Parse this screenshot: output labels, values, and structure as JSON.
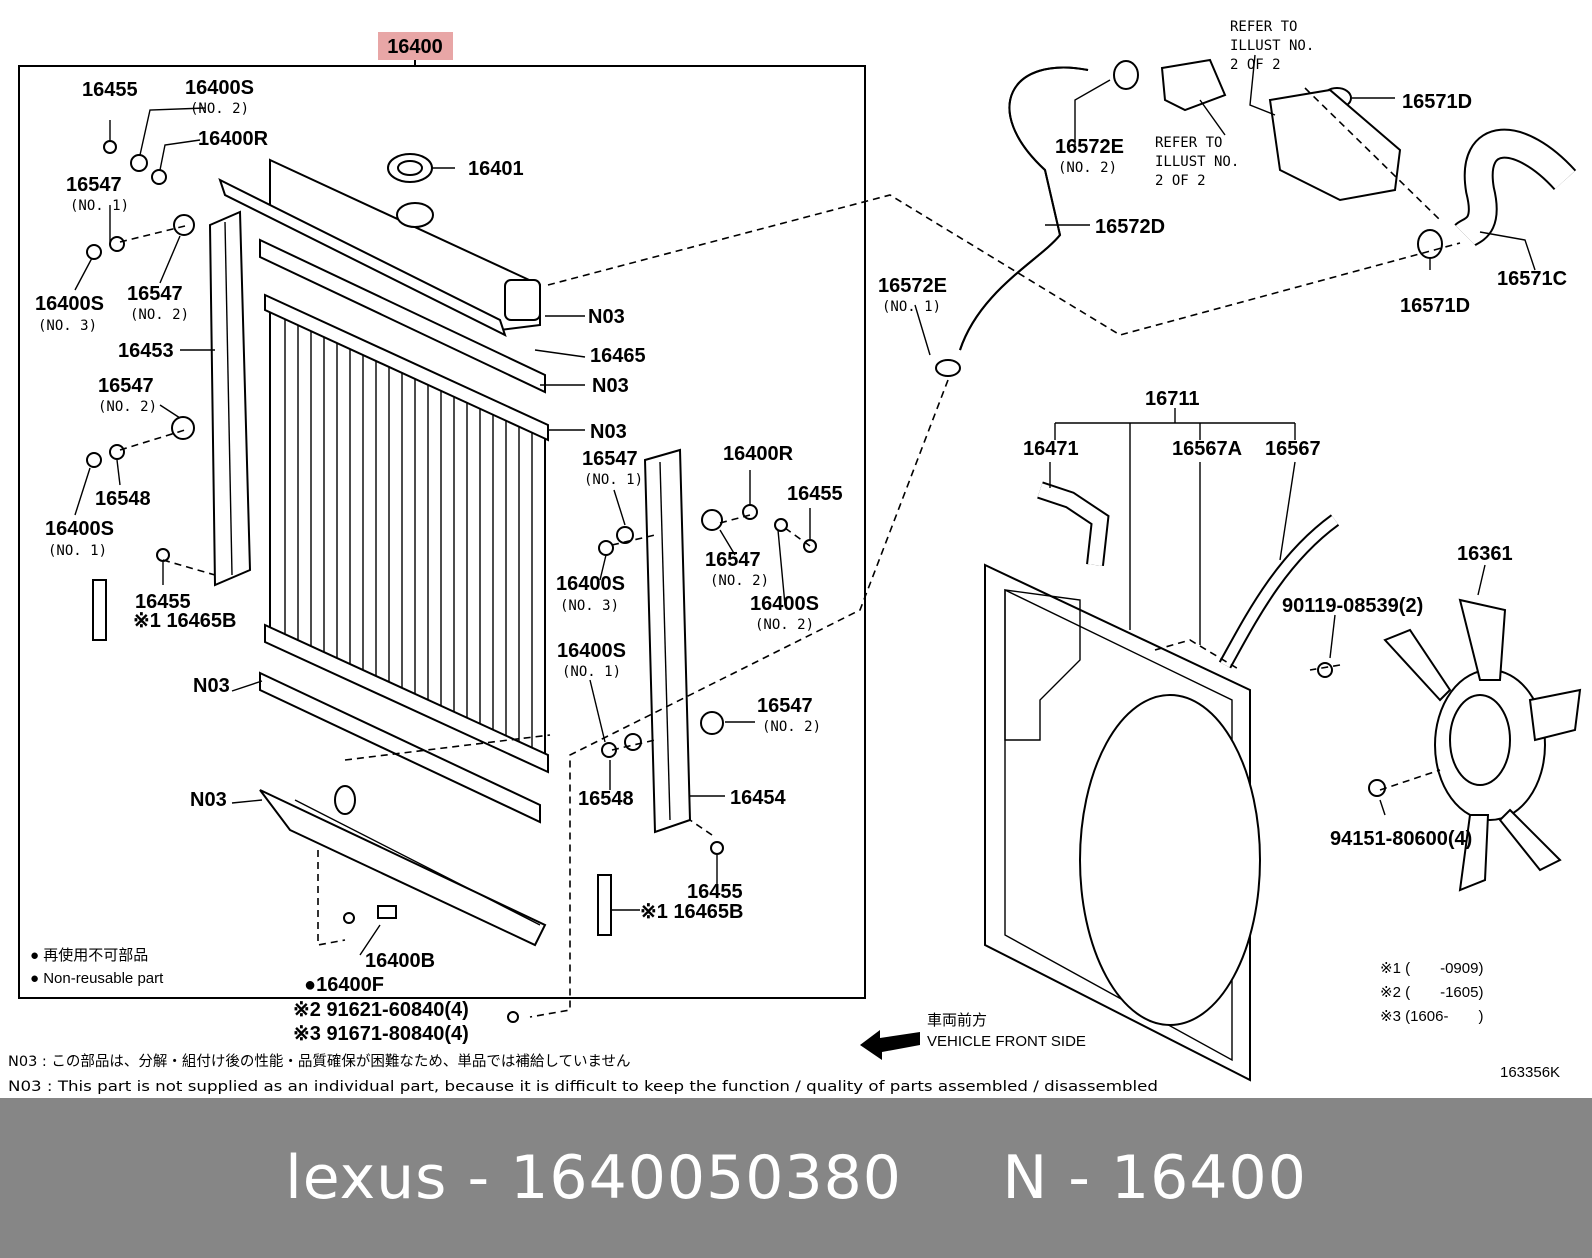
{
  "assembly_label": "16400",
  "labels": {
    "l16455a": "16455",
    "l16400s_a": "16400S",
    "l16400s_a_sub": "(NO. 2)",
    "l16400r_a": "16400R",
    "l16401": "16401",
    "l16547_a": "16547",
    "l16547_a_sub": "(NO. 1)",
    "l16400s_b": "16400S",
    "l16400s_b_sub": "(NO. 3)",
    "l16547_b": "16547",
    "l16547_b_sub": "(NO. 2)",
    "l16453": "16453",
    "l16547_c": "16547",
    "l16547_c_sub": "(NO. 2)",
    "l16548_a": "16548",
    "l16400s_c": "16400S",
    "l16400s_c_sub": "(NO. 1)",
    "l16455_b": "16455",
    "l16465b_a": "※1 16465B",
    "n03_a": "N03",
    "n03_b": "N03",
    "n03_c": "N03",
    "n03_d": "N03",
    "n03_e": "N03",
    "l16465": "16465",
    "l16547_d": "16547",
    "l16547_d_sub": "(NO. 1)",
    "l16400r_b": "16400R",
    "l16455_c": "16455",
    "l16547_e": "16547",
    "l16547_e_sub": "(NO. 2)",
    "l16400s_d": "16400S",
    "l16400s_d_sub": "(NO. 3)",
    "l16400s_e": "16400S",
    "l16400s_e_sub": "(NO. 2)",
    "l16400s_f": "16400S",
    "l16400s_f_sub": "(NO. 1)",
    "l16547_f": "16547",
    "l16547_f_sub": "(NO. 2)",
    "l16548_b": "16548",
    "l16454": "16454",
    "l16455_d": "16455",
    "l16465b_b": "※1 16465B",
    "l16400b": "16400B",
    "l16400f": "●16400F",
    "l16572e_a": "16572E",
    "l16572e_a_sub": "(NO. 2)",
    "l16572d": "16572D",
    "l16572e_b": "16572E",
    "l16572e_b_sub": "(NO. 1)",
    "refer1_a": "REFER TO",
    "refer1_b": "ILLUST NO.",
    "refer1_c": "2 OF 2",
    "refer2_a": "REFER TO",
    "refer2_b": "ILLUST NO.",
    "refer2_c": "2 OF 2",
    "l16571d_a": "16571D",
    "l16571d_b": "16571D",
    "l16571c": "16571C",
    "l16711": "16711",
    "l16471": "16471",
    "l16567a": "16567A",
    "l16567": "16567",
    "l16361": "16361",
    "l90119": "90119-08539(2)",
    "l94151": "94151-80600(4)",
    "bolt_a": "※2 91621-60840(4)",
    "bolt_b": "※3 91671-80840(4)"
  },
  "legend": {
    "jp": "● 再使用不可部品",
    "en": "● Non-reusable part"
  },
  "footnotes": {
    "n1": "※1 (　　-0909)",
    "n2": "※2 (　　-1605)",
    "n3": "※3 (1606-　　)"
  },
  "direction": {
    "jp": "車両前方",
    "en": "VEHICLE FRONT SIDE"
  },
  "notes": {
    "jp": "N03 : この部品は、分解・組付け後の性能・品質確保が困難なため、単品では補給していません",
    "en": "N03 : This part is not supplied as an individual part, because it is difficult to keep the function / quality of parts assembled / disassembled"
  },
  "illustration_id": "163356K",
  "footer": {
    "text": "lexus - 1640050380     N - 16400"
  },
  "colors": {
    "assembly_highlight": "#e8a6a6",
    "footer_bg": "#868686",
    "footer_text": "#ffffff"
  }
}
